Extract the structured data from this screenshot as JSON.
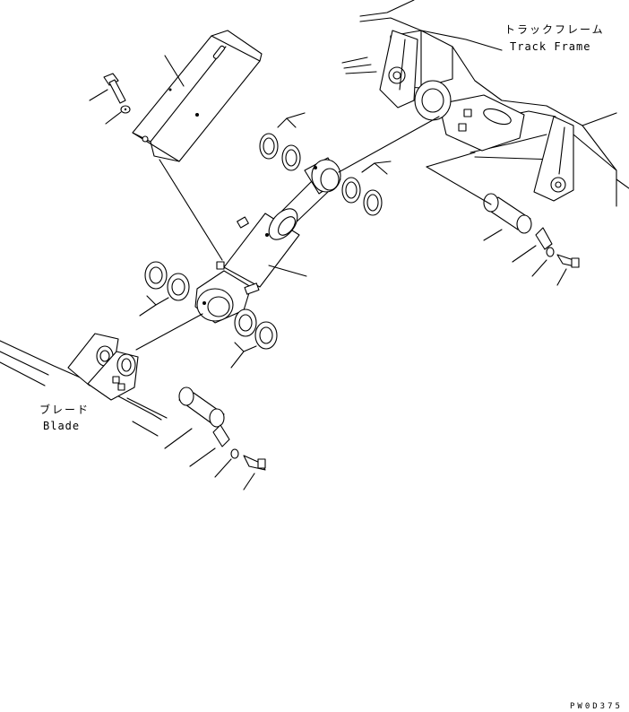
{
  "labels": {
    "track_frame_jp": "トラックフレーム",
    "track_frame_en": "Track Frame",
    "blade_jp": "ブレード",
    "blade_en": "Blade"
  },
  "drawing_code": "PW0D375"
}
